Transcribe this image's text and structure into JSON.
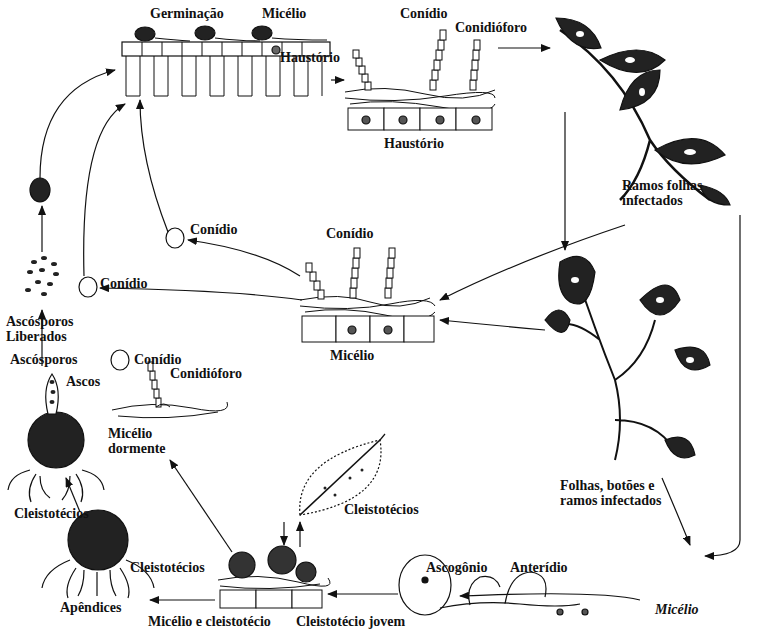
{
  "diagram": {
    "labels": [
      "Germinação",
      "Micélio",
      "Haustório",
      "Conídio",
      "Conidióforo",
      "Haustório",
      "Ramos folhas infectados",
      "Conídio",
      "Conídio",
      "Micélio",
      "Conídio",
      "Ascósporos Liberados",
      "Ascósporos",
      "Ascos",
      "Conídio",
      "Conidióforo",
      "Micélio dormente",
      "Cleistotécios",
      "Cleistotécios",
      "Folhas, botões e ramos infectados",
      "Ascogônio",
      "Anterídio",
      "Micélio",
      "Cleistotécios",
      "Apêndices",
      "Micélio e cleistotécio",
      "Cleistotécio jovem"
    ]
  }
}
